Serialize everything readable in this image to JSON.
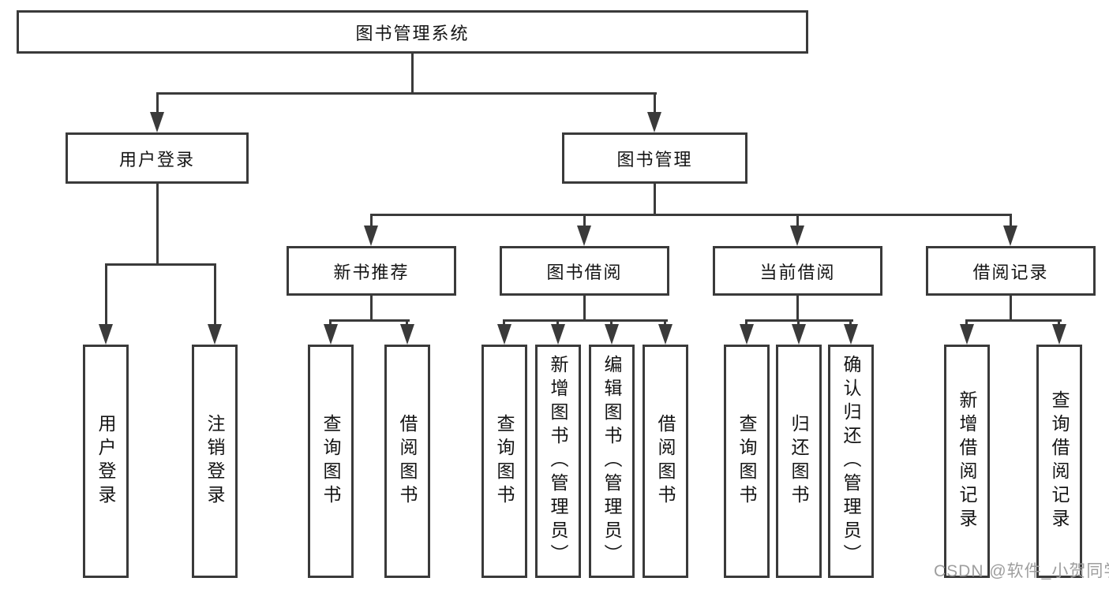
{
  "tree": {
    "root": "图书管理系统",
    "children": [
      {
        "label": "用户登录",
        "leaves": [
          "用户登录",
          "注销登录"
        ]
      },
      {
        "label": "图书管理",
        "modules": [
          {
            "label": "新书推荐",
            "leaves": [
              "查询图书",
              "借阅图书"
            ]
          },
          {
            "label": "图书借阅",
            "leaves": [
              "查询图书",
              "新增图书（管理员）",
              "编辑图书（管理员）",
              "借阅图书"
            ]
          },
          {
            "label": "当前借阅",
            "leaves": [
              "查询图书",
              "归还图书",
              "确认归还（管理员）"
            ]
          },
          {
            "label": "借阅记录",
            "leaves": [
              "新增借阅记录",
              "查询借阅记录"
            ]
          }
        ]
      }
    ]
  },
  "colors": {
    "line": "#3a3a3a",
    "text": "#141414",
    "watermark_text": "#9e9e9e",
    "background": "#ffffff"
  },
  "watermark": "CSDN @软件_小贺同学"
}
